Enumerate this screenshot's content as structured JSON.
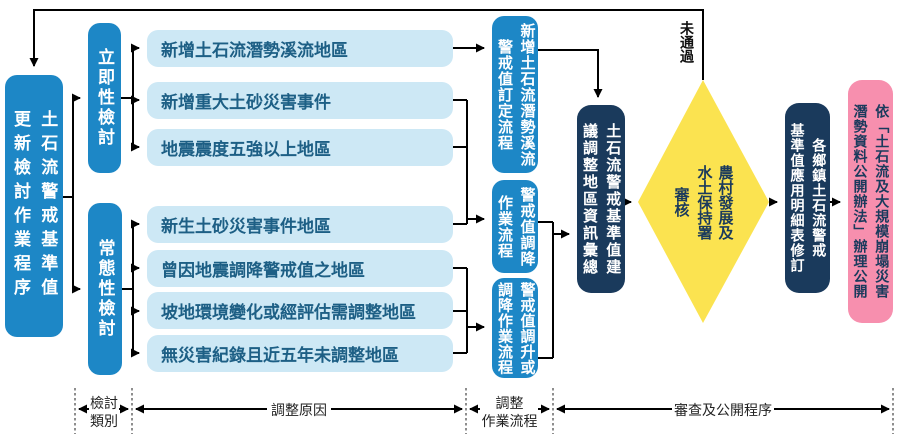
{
  "title": "土石流警戒基準值\n更新檢討作業程序",
  "categories": [
    {
      "label": "立即性檢討"
    },
    {
      "label": "常態性檢討"
    }
  ],
  "reasons": [
    {
      "label": "新增土石流潛勢溪流地區"
    },
    {
      "label": "新增重大土砂災害事件"
    },
    {
      "label": "地震震度五強以上地區"
    },
    {
      "label": "新生土砂災害事件地區"
    },
    {
      "label": "曾因地震調降警戒值之地區"
    },
    {
      "label": "坡地環境變化或經評估需調整地區"
    },
    {
      "label": "無災害紀錄且近五年未調整地區"
    }
  ],
  "flows": [
    {
      "label": "新增土石流潛勢溪流\n警戒值訂定流程"
    },
    {
      "label": "警戒值調降\n作業流程"
    },
    {
      "label": "警戒值調升或\n調降作業流程"
    }
  ],
  "summary": "土石流警戒基準值建\n議調整地區資訊彙總",
  "review": {
    "agency": "農村發展及\n水土保持署",
    "action": "審核",
    "fail_label": "未通過"
  },
  "revision": "各鄉鎮土石流警戒\n基準值應用明細表修訂",
  "publication": "依「土石流及大規模崩塌災害\n潛勢資料公開辦法」辦理公開",
  "phases": [
    {
      "label": "檢討\n類別"
    },
    {
      "label": "調整原因"
    },
    {
      "label": "調整\n作業流程"
    },
    {
      "label": "審查及公開程序"
    }
  ],
  "colors": {
    "blue": "#1d87c6",
    "light_blue": "#cde8f5",
    "navy": "#1a3a5c",
    "yellow": "#fbe350",
    "pink": "#f78fae",
    "item_text": "#1d5f85",
    "line": "#000000"
  }
}
